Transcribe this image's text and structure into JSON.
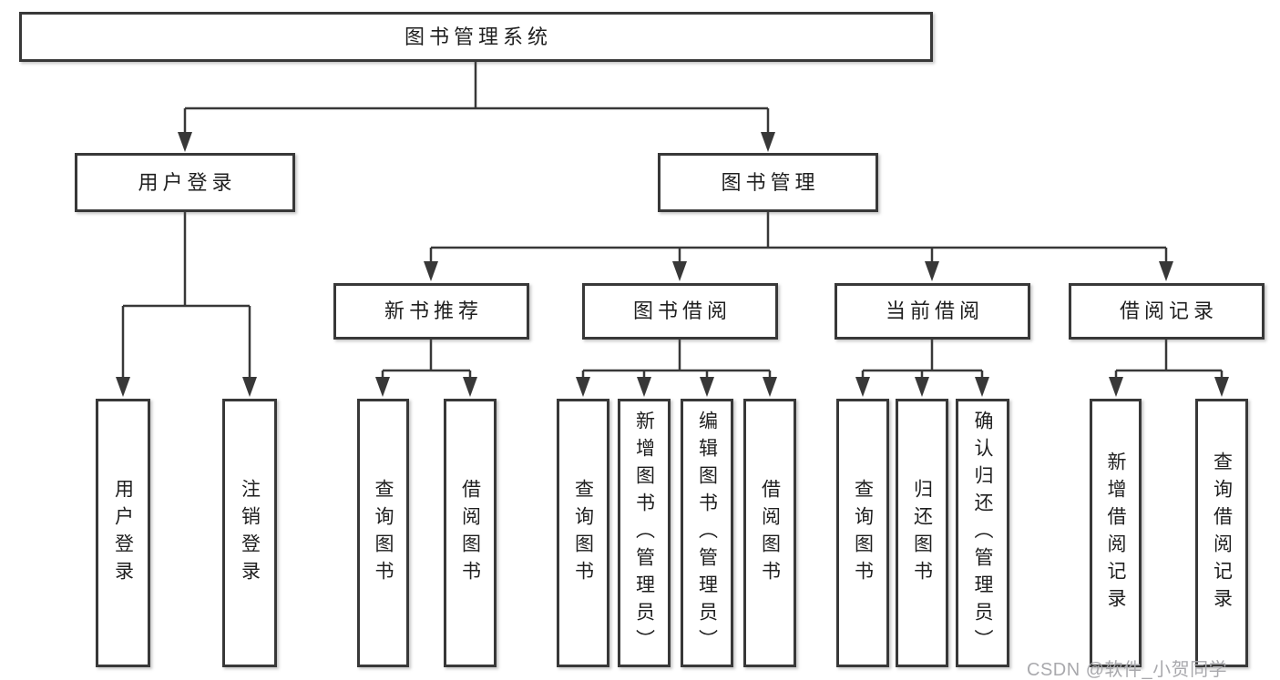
{
  "diagram": {
    "root": {
      "label": "图书管理系统"
    },
    "level2": [
      {
        "label": "用户登录"
      },
      {
        "label": "图书管理"
      }
    ],
    "level3": [
      {
        "label": "新书推荐"
      },
      {
        "label": "图书借阅"
      },
      {
        "label": "当前借阅"
      },
      {
        "label": "借阅记录"
      }
    ],
    "leaves": [
      {
        "label": "用户登录"
      },
      {
        "label": "注销登录"
      },
      {
        "label": "查询图书"
      },
      {
        "label": "借阅图书"
      },
      {
        "label": "查询图书"
      },
      {
        "label": "新增图书（管理员）"
      },
      {
        "label": "编辑图书（管理员）"
      },
      {
        "label": "借阅图书"
      },
      {
        "label": "查询图书"
      },
      {
        "label": "归还图书"
      },
      {
        "label": "确认归还（管理员）"
      },
      {
        "label": "新增借阅记录"
      },
      {
        "label": "查询借阅记录"
      }
    ]
  },
  "watermark": {
    "text": "CSDN @软件_小贺同学"
  },
  "colors": {
    "line": "#383838",
    "box_border": "#383838",
    "text": "#1f1f1f",
    "background": "#ffffff",
    "watermark": "#a9a9ad"
  }
}
